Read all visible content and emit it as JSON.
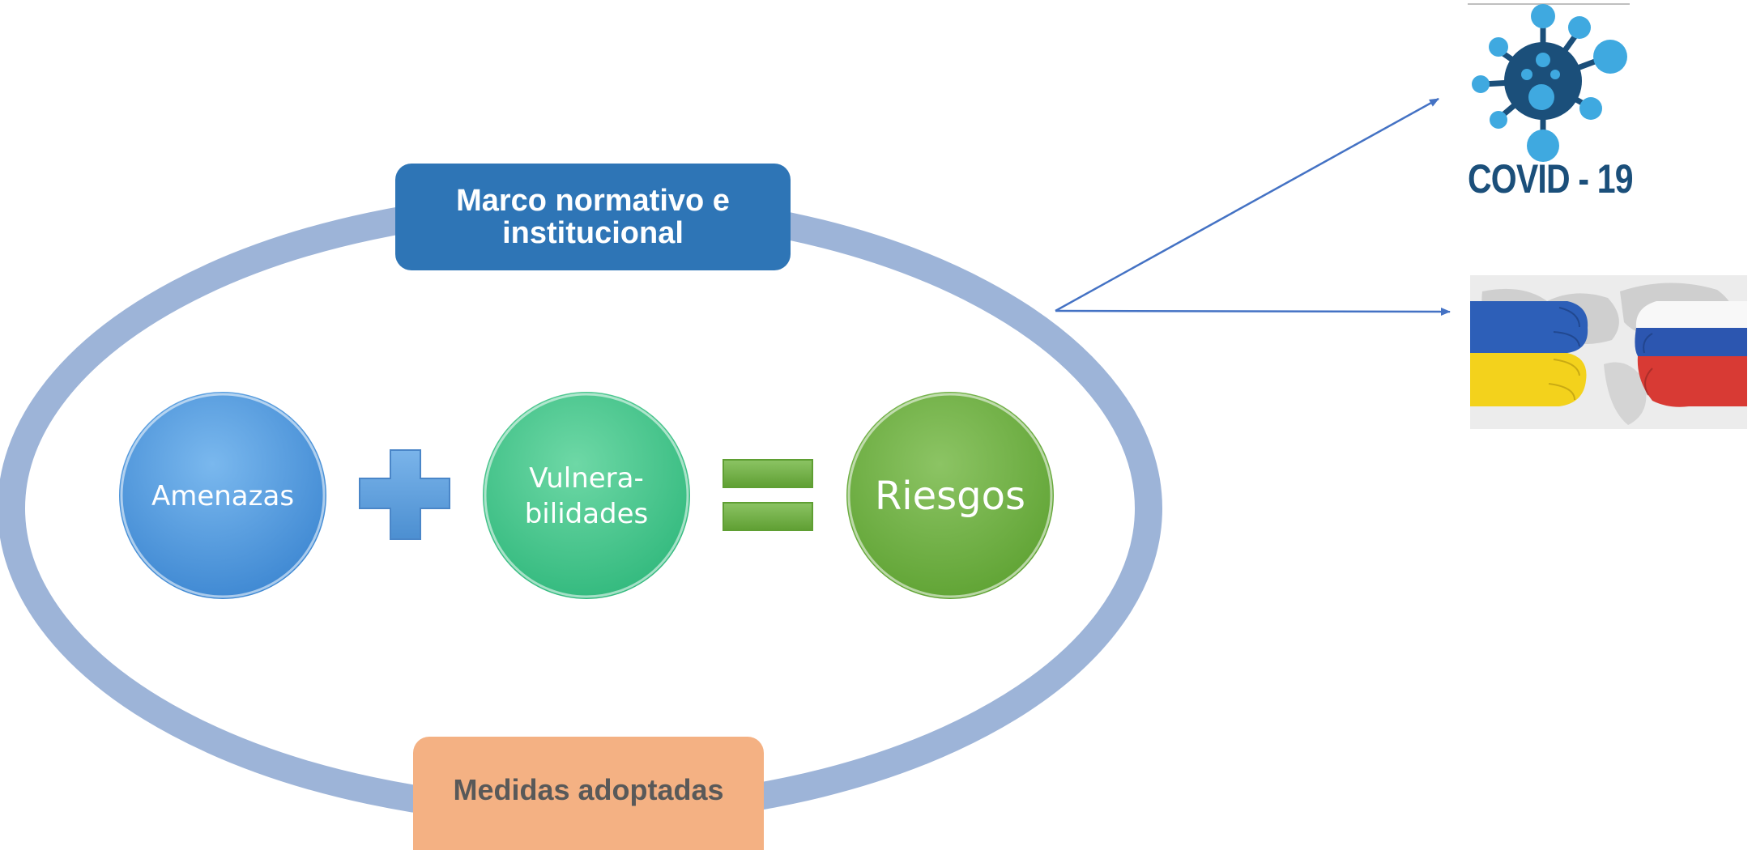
{
  "diagram": {
    "top_box": {
      "label": "Marco normativo e institucional"
    },
    "bottom_box": {
      "label": "Medidas adoptadas"
    },
    "circles": [
      {
        "id": "amenazas",
        "label": "Amenazas"
      },
      {
        "id": "vulnerabilidades",
        "label": "Vulnera-\nbilidades"
      },
      {
        "id": "riesgos",
        "label": "Riesgos"
      }
    ],
    "operators": [
      "+",
      "="
    ]
  },
  "images": {
    "covid": {
      "caption": "COVID - 19",
      "icon": "virus-icon"
    },
    "conflict": {
      "icon": "fists-ukraine-russia-flags-image"
    }
  },
  "colors": {
    "ellipse": "#9db4d8",
    "top_box": "#2e75b6",
    "bottom_box": "#f4b183",
    "amenazas": "#4a90d9",
    "vulnerabilidades": "#3fc38a",
    "riesgos": "#6aab3a",
    "plus": "#5b9bd5",
    "equals": "#70ad47",
    "arrow": "#4472c4",
    "virus_dark": "#1b4f7a",
    "virus_light": "#3fa9e0"
  }
}
